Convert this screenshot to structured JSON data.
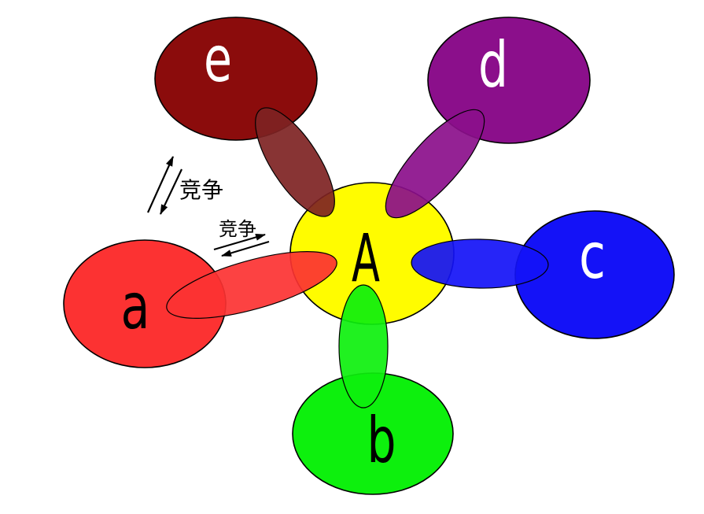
{
  "diagram": {
    "background": "#FFFFFF",
    "center_node": "A",
    "nodes": {
      "A": {
        "label": "A",
        "color": "#FFFC00",
        "text_color": "#000000"
      },
      "a": {
        "label": "a",
        "color": "#FC3232",
        "text_color": "#000000"
      },
      "b": {
        "label": "b",
        "color": "#0DF00D",
        "text_color": "#000000"
      },
      "c": {
        "label": "c",
        "color": "#1412F7",
        "text_color": "#FFFFFF"
      },
      "d": {
        "label": "d",
        "color": "#8B0F8B",
        "text_color": "#FFFFFF"
      },
      "e": {
        "label": "e",
        "color": "#8B0C0C",
        "text_color": "#FFFFFF"
      }
    },
    "edges": [
      {
        "from": "A",
        "to": "a",
        "color": "#FC3232"
      },
      {
        "from": "A",
        "to": "e",
        "color": "#7E2323"
      },
      {
        "from": "A",
        "to": "d",
        "color": "#8B0F8B"
      },
      {
        "from": "A",
        "to": "c",
        "color": "#1412F7"
      },
      {
        "from": "A",
        "to": "b",
        "color": "#0DF00D"
      }
    ],
    "annotations": [
      {
        "text": "竞争",
        "between": "e and a",
        "arrows": "double opposing, steep diagonal"
      },
      {
        "text": "竞争",
        "between": "a and A",
        "arrows": "double opposing, shallow diagonal"
      }
    ],
    "outline_color": "#000000"
  }
}
